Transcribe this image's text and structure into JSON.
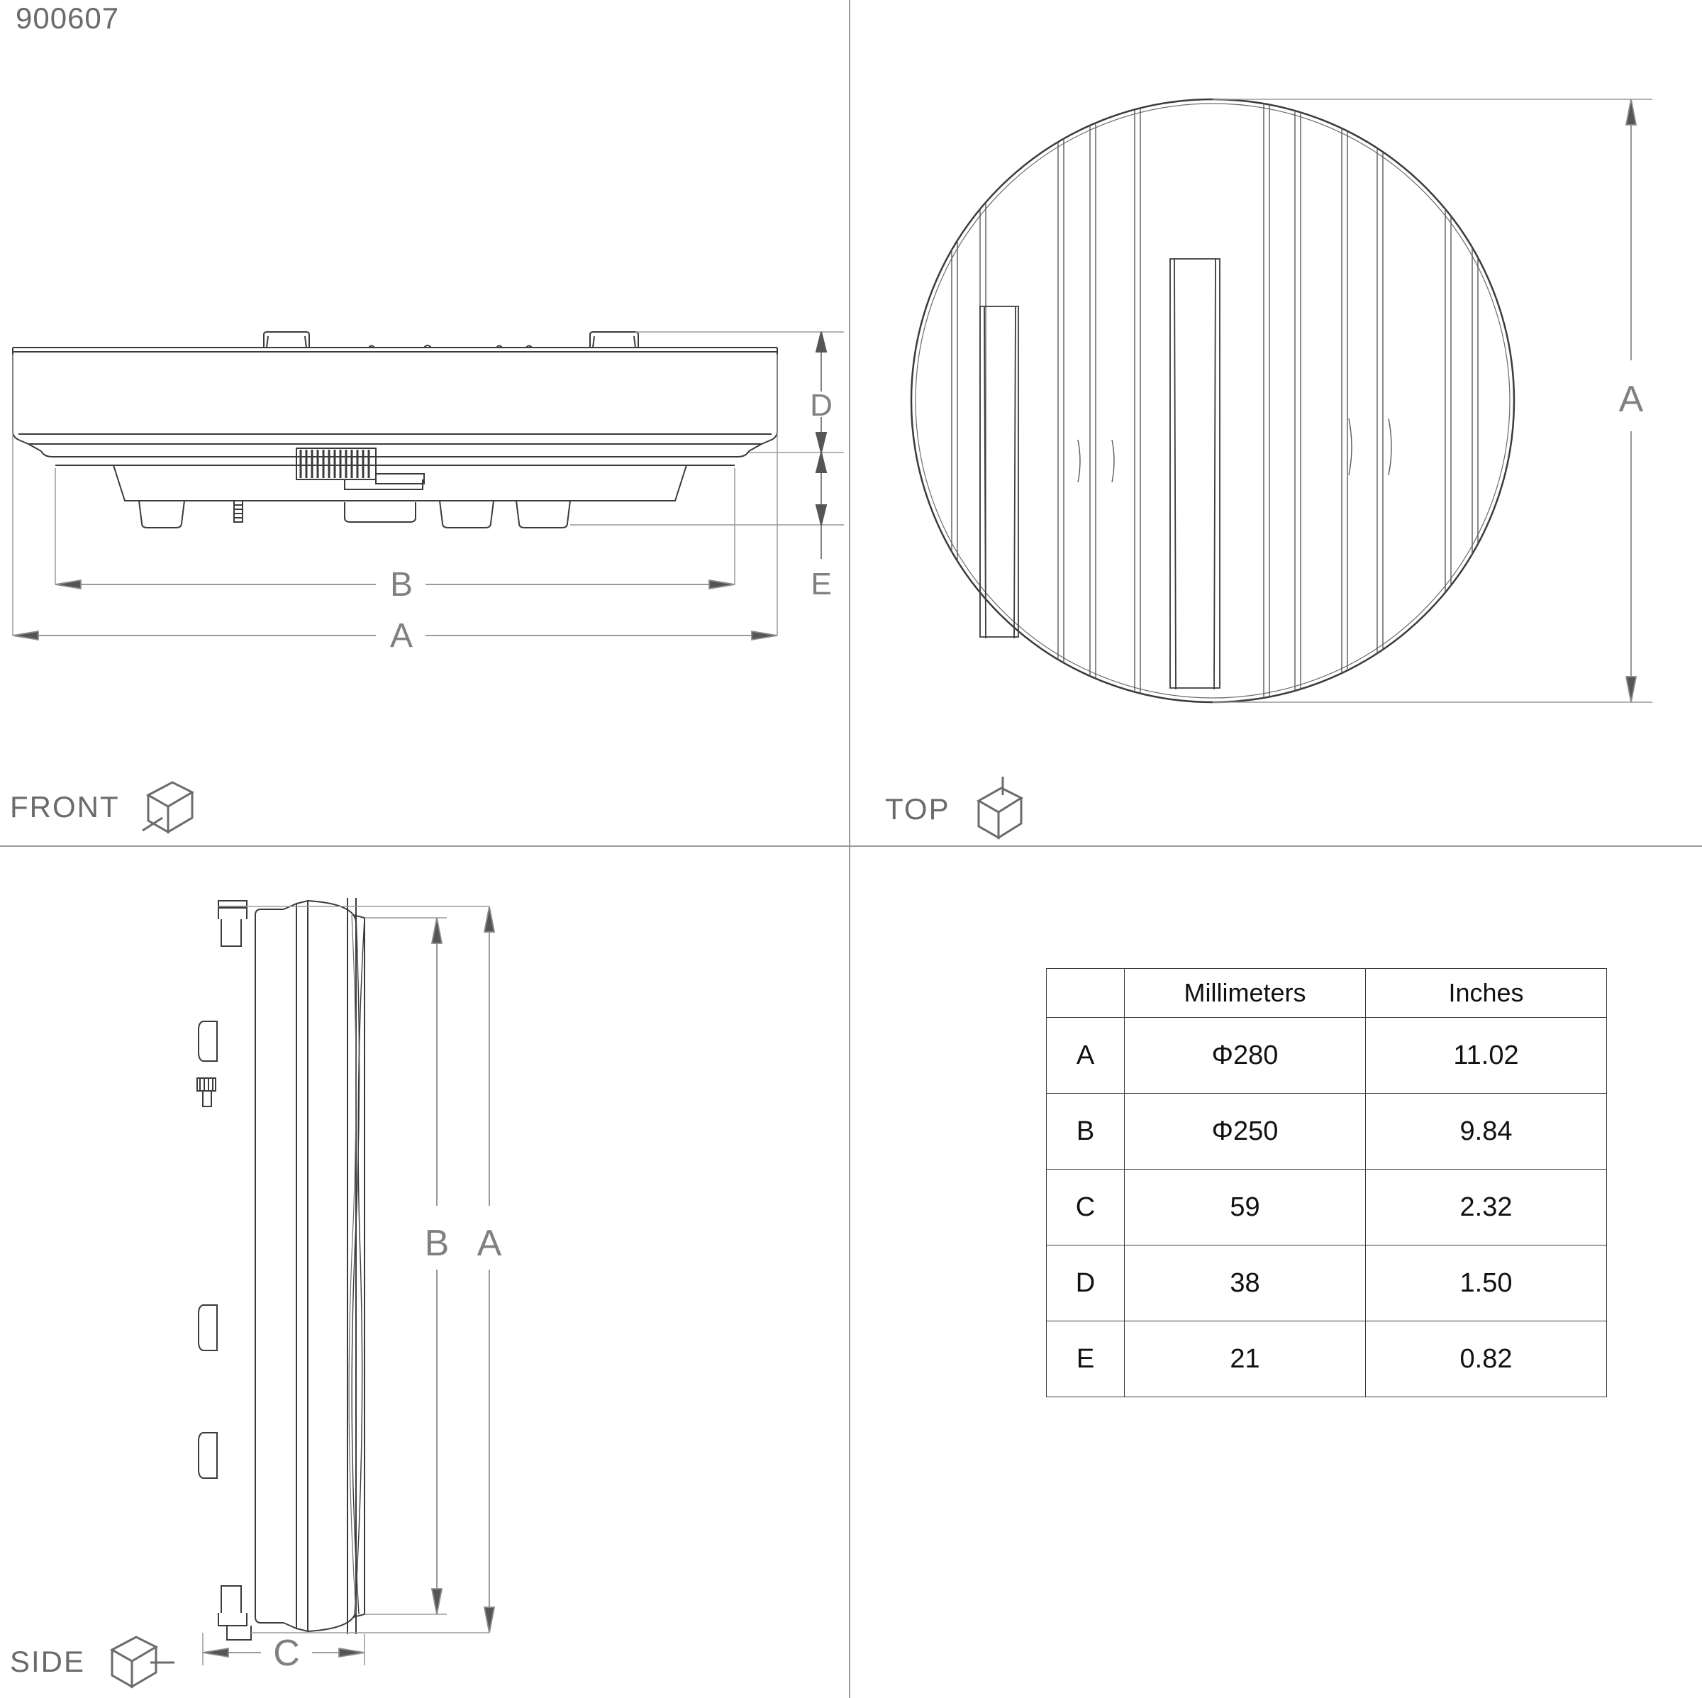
{
  "product_code": "900607",
  "views": {
    "front": {
      "label": "FRONT",
      "icon": "cube-front-icon"
    },
    "top": {
      "label": "TOP",
      "icon": "cube-top-icon"
    },
    "side": {
      "label": "SIDE",
      "icon": "cube-side-icon"
    }
  },
  "dimension_labels": {
    "front_height_upper": "D",
    "front_height_lower": "E",
    "front_width_inner": "B",
    "front_width_outer": "A",
    "top_diameter": "A",
    "side_height_inner": "B",
    "side_height_outer": "A",
    "side_depth": "C"
  },
  "table": {
    "headers": [
      "",
      "Millimeters",
      "Inches"
    ],
    "rows": [
      {
        "key": "A",
        "mm": "Φ280",
        "in": "11.02"
      },
      {
        "key": "B",
        "mm": "Φ250",
        "in": "9.84"
      },
      {
        "key": "C",
        "mm": "59",
        "in": "2.32"
      },
      {
        "key": "D",
        "mm": "38",
        "in": "1.50"
      },
      {
        "key": "E",
        "mm": "21",
        "in": "0.82"
      }
    ]
  },
  "colors": {
    "line": "#3b3b3b",
    "dim_line": "#8c8c8c",
    "divider": "#9a9a9a",
    "label_text": "#6b6b6b",
    "table_text": "#111111"
  }
}
